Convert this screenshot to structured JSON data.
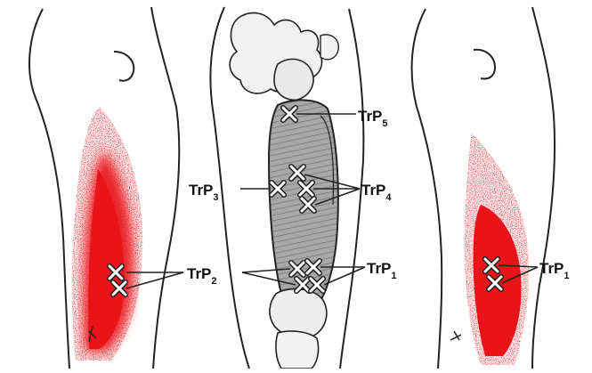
{
  "labels": {
    "trp5": {
      "base": "TrP",
      "sub": "5"
    },
    "trp4": {
      "base": "TrP",
      "sub": "4"
    },
    "trp3": {
      "base": "TrP",
      "sub": "3"
    },
    "trp2": {
      "base": "TrP",
      "sub": "2"
    },
    "trp1_center": {
      "base": "TrP",
      "sub": "1"
    },
    "trp1_right": {
      "base": "TrP",
      "sub": "1"
    }
  },
  "colors": {
    "referred_pain": "#e8141a",
    "outline": "#222222",
    "muscle_fill": "#9a9a9a"
  }
}
